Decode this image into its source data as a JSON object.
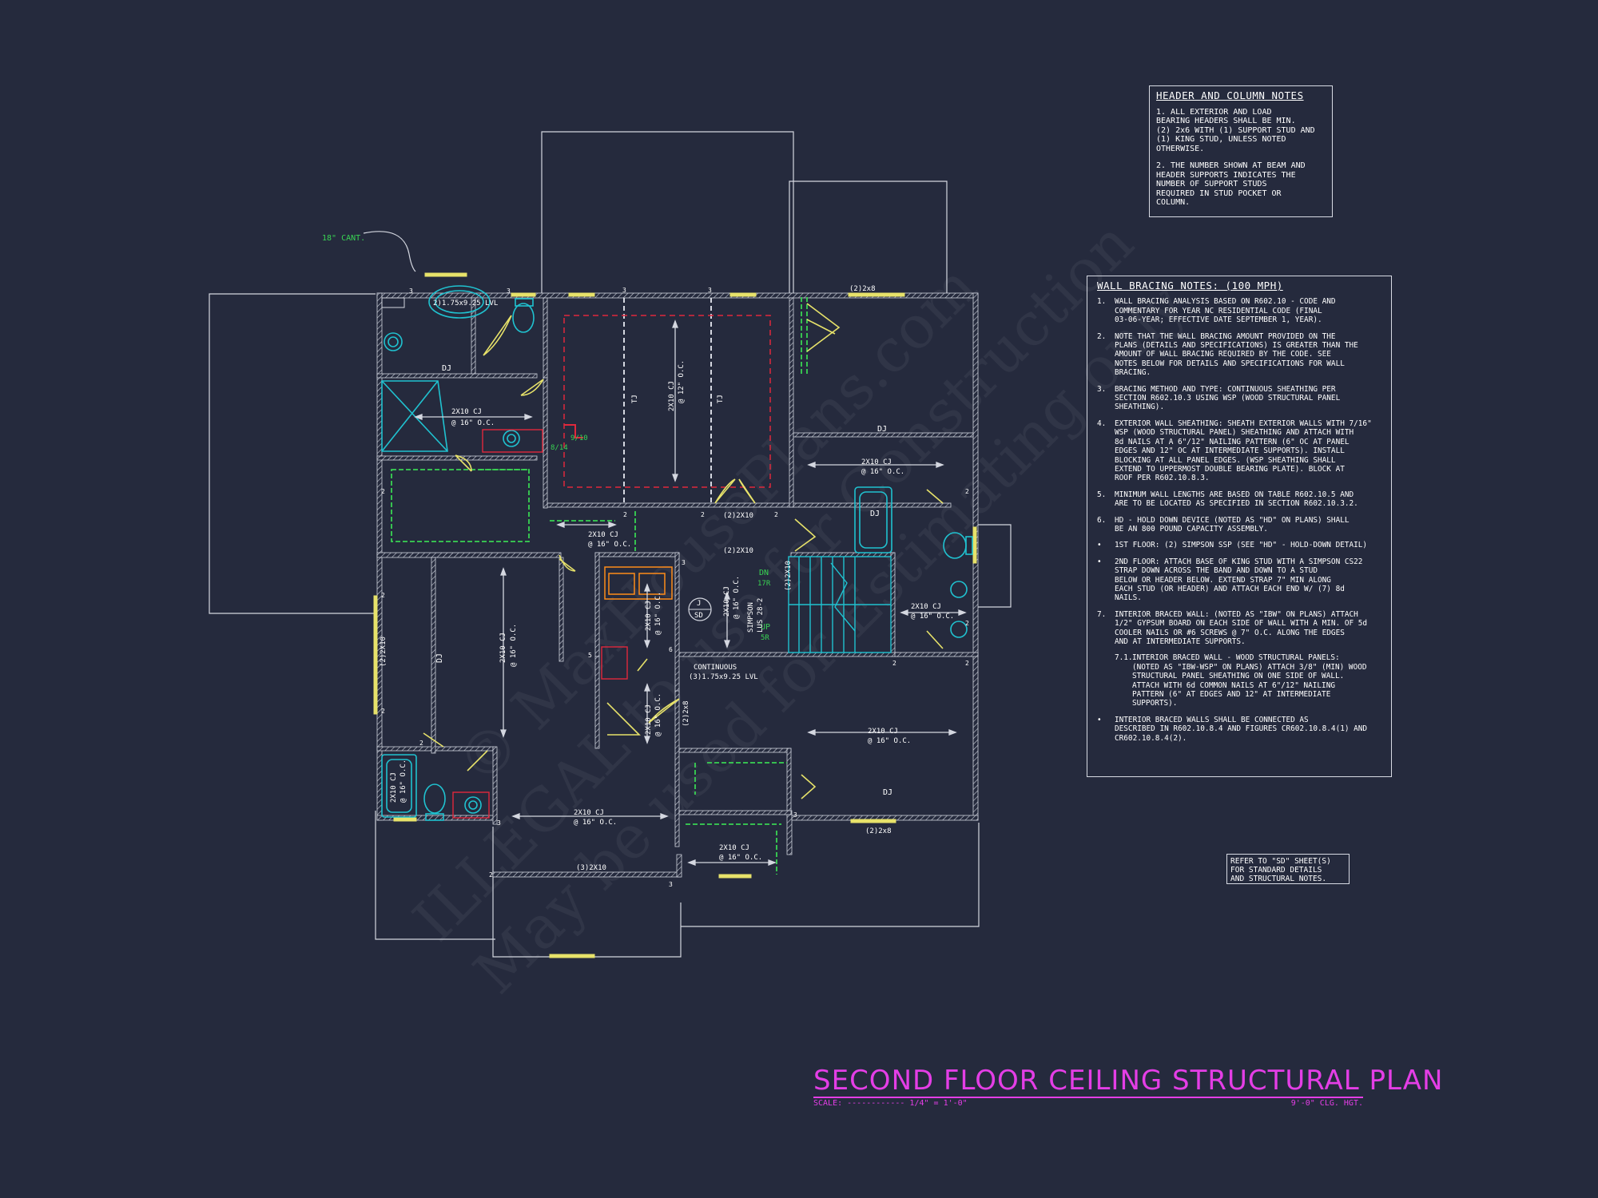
{
  "title": "SECOND FLOOR CEILING STRUCTURAL PLAN",
  "scale_label": "SCALE:",
  "scale_value": "1/4\" = 1'-0\"",
  "ceiling_height": "9'-0\" CLG. HGT.",
  "watermark": {
    "line1": "© MaxHousePlans.com",
    "line2": "ILLEGAL to use for Construction",
    "line3": "May be used for Estimating only"
  },
  "header_notes": {
    "title": "HEADER AND COLUMN NOTES",
    "note1": "1. ALL EXTERIOR AND LOAD\nBEARING HEADERS SHALL BE MIN.\n(2) 2x6 WITH (1) SUPPORT STUD AND\n(1) KING STUD, UNLESS NOTED\nOTHERWISE.",
    "note2": "2. THE NUMBER SHOWN AT BEAM AND\nHEADER SUPPORTS INDICATES THE\nNUMBER OF SUPPORT STUDS\nREQUIRED IN STUD POCKET OR\nCOLUMN."
  },
  "bracing_notes": {
    "title": "WALL BRACING NOTES: (100 MPH)",
    "items": [
      {
        "num": "1.",
        "text": "WALL BRACING ANALYSIS BASED ON R602.10 - CODE AND\nCOMMENTARY FOR YEAR NC RESIDENTIAL CODE (FINAL\n03-06-YEAR; EFFECTIVE DATE SEPTEMBER 1, YEAR)."
      },
      {
        "num": "2.",
        "text": "NOTE THAT THE WALL BRACING AMOUNT PROVIDED ON THE\nPLANS (DETAILS AND SPECIFICATIONS) IS GREATER THAN THE\nAMOUNT OF WALL BRACING REQUIRED BY THE CODE. SEE\nNOTES BELOW FOR DETAILS AND SPECIFICATIONS FOR WALL\nBRACING."
      },
      {
        "num": "3.",
        "text": "BRACING METHOD AND TYPE: CONTINUOUS SHEATHING PER\nSECTION R602.10.3 USING WSP (WOOD STRUCTURAL PANEL\nSHEATHING)."
      },
      {
        "num": "4.",
        "text": "EXTERIOR WALL SHEATHING: SHEATH EXTERIOR WALLS WITH 7/16\"\nWSP (WOOD STRUCTURAL PANEL) SHEATHING AND ATTACH WITH\n8d NAILS AT A 6\"/12\" NAILING PATTERN (6\" OC AT PANEL\nEDGES AND 12\" OC AT INTERMEDIATE SUPPORTS). INSTALL\nBLOCKING AT ALL PANEL EDGES. (WSP SHEATHING SHALL\nEXTEND TO UPPERMOST DOUBLE BEARING PLATE). BLOCK AT\nROOF PER R602.10.8.3."
      },
      {
        "num": "5.",
        "text": "MINIMUM WALL LENGTHS ARE BASED ON TABLE R602.10.5 AND\nARE TO BE LOCATED AS SPECIFIED IN SECTION R602.10.3.2."
      },
      {
        "num": "6.",
        "text": "HD - HOLD DOWN DEVICE (NOTED AS \"HD\" ON PLANS) SHALL\nBE AN 800 POUND CAPACITY ASSEMBLY."
      },
      {
        "num": "•",
        "text": "1ST FLOOR: (2) SIMPSON SSP (SEE \"HD\" - HOLD-DOWN DETAIL)"
      },
      {
        "num": "•",
        "text": "2ND FLOOR: ATTACH BASE OF KING STUD WITH A SIMPSON CS22\nSTRAP DOWN ACROSS THE BAND AND DOWN TO A STUD\nBELOW OR HEADER BELOW. EXTEND STRAP 7\" MIN ALONG\nEACH STUD (OR HEADER) AND ATTACH EACH END W/ (7) 8d\nNAILS."
      },
      {
        "num": "7.",
        "text": "INTERIOR BRACED WALL: (NOTED AS \"IBW\" ON PLANS) ATTACH\n1/2\" GYPSUM BOARD ON EACH SIDE OF WALL WITH A MIN. OF 5d\nCOOLER NAILS OR #6 SCREWS @ 7\" O.C. ALONG THE EDGES\nAND AT INTERMEDIATE SUPPORTS."
      },
      {
        "num": "7.1.",
        "text": "INTERIOR BRACED WALL - WOOD STRUCTURAL PANELS:\n(NOTED AS \"IBW-WSP\" ON PLANS) ATTACH 3/8\" (MIN) WOOD\nSTRUCTURAL PANEL SHEATHING ON ONE SIDE OF WALL.\nATTACH WITH 6d COMMON NAILS AT 6\"/12\" NAILING\nPATTERN (6\" AT EDGES AND 12\" AT INTERMEDIATE\nSUPPORTS).",
        "sub": true
      },
      {
        "num": "•",
        "text": "INTERIOR BRACED WALLS SHALL BE CONNECTED AS\nDESCRIBED IN R602.10.8.4 AND FIGURES CR602.10.8.4(1) AND\nCR602.10.8.4(2)."
      }
    ]
  },
  "refer_note": "REFER TO \"SD\" SHEET(S)\nFOR STANDARD DETAILS\nAND STRUCTURAL NOTES.",
  "labels": {
    "cant": "18\" CANT.",
    "lvl_top": "2)1.75x9.25 LVL",
    "dj": "DJ",
    "tj": "TJ",
    "cj_16": "2X10 CJ",
    "oc_16": "@ 16\" O.C.",
    "oc_12": "@ 12\" O.C.",
    "hdr_2x8": "(2)2x8",
    "hdr_2x10": "(2)2X10",
    "hdr_3x10": "(3)2X10",
    "continuous": "CONTINUOUS",
    "lvl_mid": "(3)1.75x9.25 LVL",
    "simpson": "SIMPSON",
    "lus": "LUS 28-2",
    "dn": "DN",
    "dn_r": "17R",
    "up": "UP",
    "up_r": "5R",
    "j": "J",
    "sd": "SD",
    "s10": "9/10",
    "s814": "8/14",
    "n2": "2",
    "n3": "3",
    "n5": "5",
    "n6": "6"
  }
}
